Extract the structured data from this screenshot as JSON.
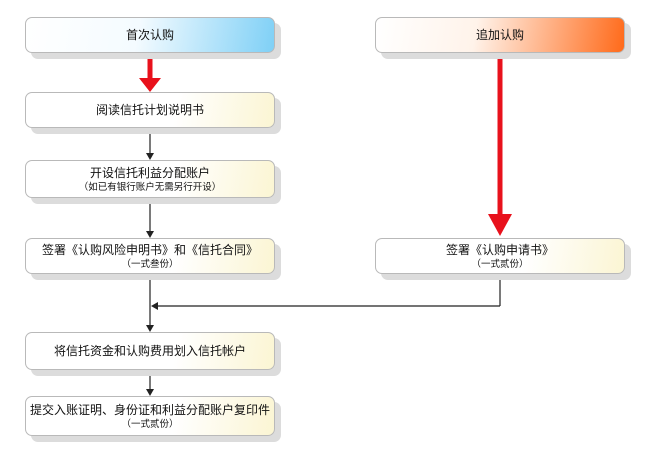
{
  "nodes": {
    "first_purchase": {
      "label": "首次认购"
    },
    "additional_purchase": {
      "label": "追加认购"
    },
    "read_manual": {
      "label": "阅读信托计划说明书"
    },
    "open_account": {
      "label": "开设信托利益分配账户",
      "note": "（如已有银行账户无需另行开设）"
    },
    "sign_contracts": {
      "label": "签署《认购风险申明书》和《信托合同》",
      "note": "（一式叁份）"
    },
    "sign_subscription": {
      "label": "签署《认购申请书》",
      "note": "（一式贰份）"
    },
    "transfer_funds": {
      "label": "将信托资金和认购费用划入信托帐户"
    },
    "submit_docs": {
      "label": "提交入账证明、身份证和利益分配账户复印件",
      "note": "（一式贰份）"
    }
  },
  "colors": {
    "highlight_arrow": "#e8111c",
    "connector": "#222222",
    "first_accent": "#7fd0f6",
    "additional_accent": "#ff6a1a"
  }
}
